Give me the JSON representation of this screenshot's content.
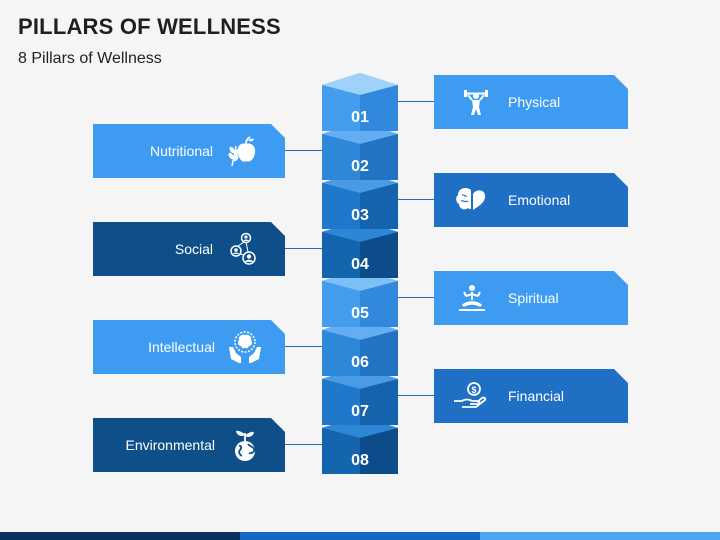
{
  "title": "PILLARS OF WELLNESS",
  "subtitle": "8 Pillars of Wellness",
  "colors": {
    "light": "#3d9bf2",
    "mid": "#1f6fc4",
    "dark": "#0e4f8a",
    "block_light": "#3e96e6",
    "block_mid": "#2a7fd0",
    "block_dark": "#176bb8",
    "connector": "#1a6fc4"
  },
  "blocks": [
    {
      "num": "01"
    },
    {
      "num": "02"
    },
    {
      "num": "03"
    },
    {
      "num": "04"
    },
    {
      "num": "05"
    },
    {
      "num": "06"
    },
    {
      "num": "07"
    },
    {
      "num": "08"
    }
  ],
  "pillars": [
    {
      "label": "Physical",
      "icon": "dumbbell-person-icon"
    },
    {
      "label": "Nutritional",
      "icon": "apple-wheat-icon"
    },
    {
      "label": "Emotional",
      "icon": "brain-heart-icon"
    },
    {
      "label": "Social",
      "icon": "people-network-icon"
    },
    {
      "label": "Spiritual",
      "icon": "meditation-icon"
    },
    {
      "label": "Intellectual",
      "icon": "brain-hands-icon"
    },
    {
      "label": "Financial",
      "icon": "dollar-hand-icon"
    },
    {
      "label": "Environmental",
      "icon": "globe-plant-icon"
    }
  ]
}
